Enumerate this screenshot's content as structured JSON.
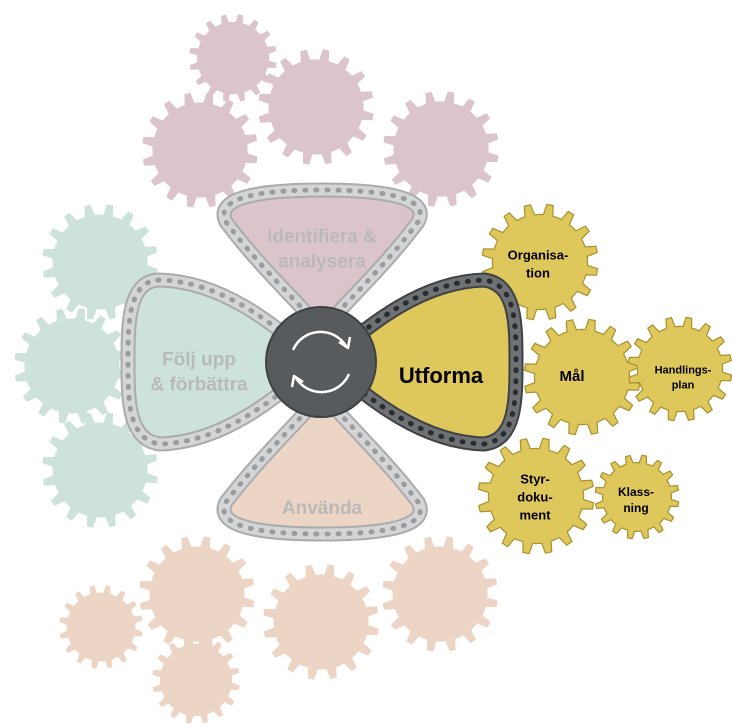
{
  "colors": {
    "identify": "#dcc5ca",
    "follow": "#cde2db",
    "use": "#edd5c5",
    "design": "#dec75b",
    "design_stroke": "#a8912f",
    "faded_text": "#b9b9b9",
    "active_text": "#000000",
    "hub": "#575b5e",
    "chain_light": "#d4d5d6",
    "chain_dark": "#6e7275"
  },
  "phases": {
    "identify": {
      "label_line1": "Identifiera &",
      "label_line2": "analysera"
    },
    "follow": {
      "label_line1": "Följ upp",
      "label_line2": "& förbättra"
    },
    "use": {
      "label": "Använda"
    },
    "design": {
      "label": "Utforma"
    }
  },
  "design_gears": {
    "organisation": {
      "line1": "Organisa-",
      "line2": "tion"
    },
    "mal": {
      "label": "Mål"
    },
    "handlingsplan": {
      "line1": "Handlings-",
      "line2": "plan"
    },
    "styrdokument": {
      "line1": "Styr-",
      "line2": "doku-",
      "line3": "ment"
    },
    "klassning": {
      "line1": "Klass-",
      "line2": "ning"
    }
  },
  "hub": {
    "icon": "cycle-arrows-icon"
  }
}
